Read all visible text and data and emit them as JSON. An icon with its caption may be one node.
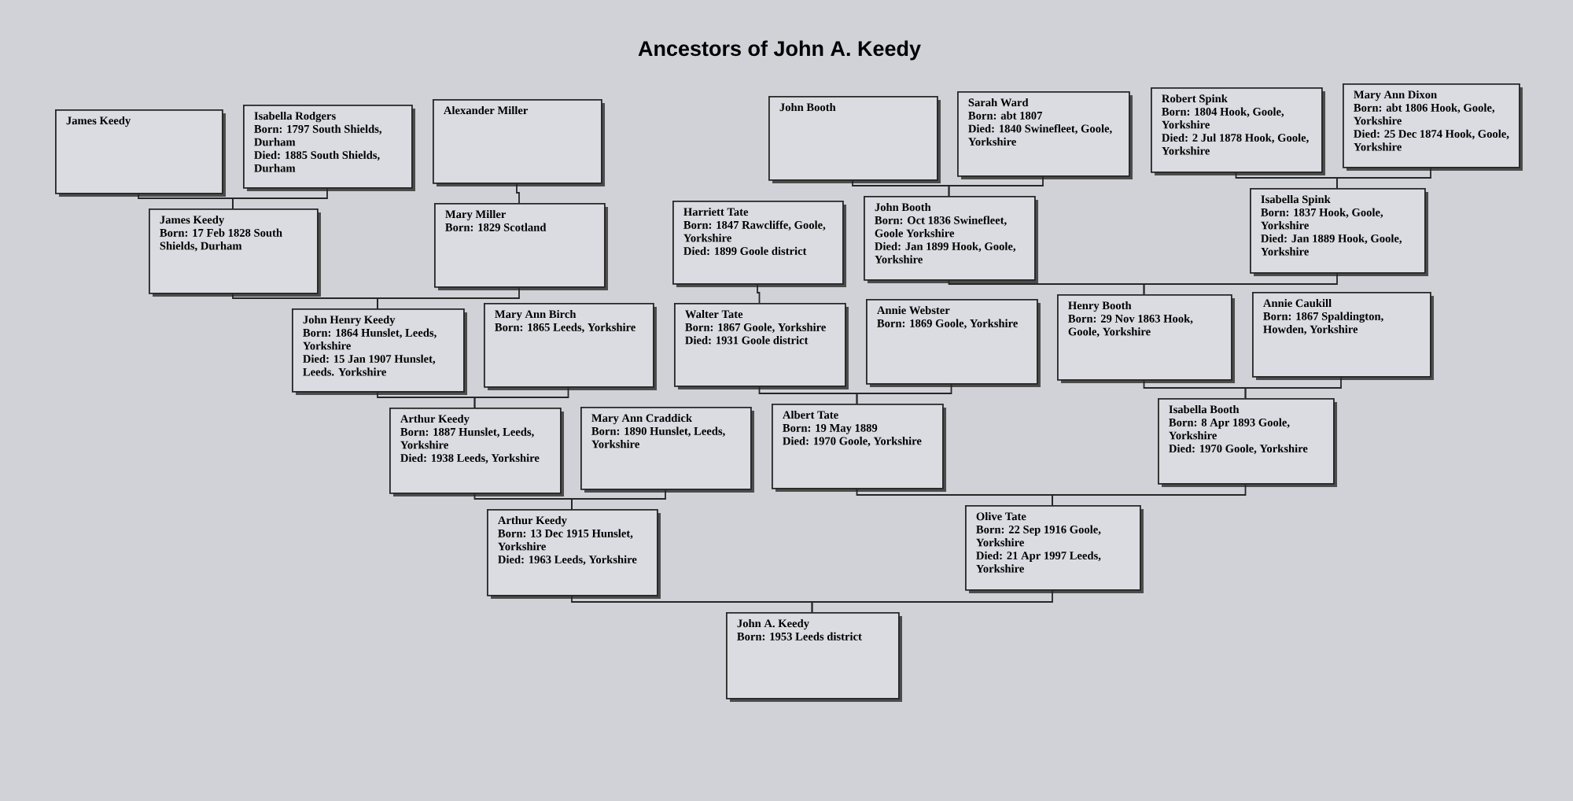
{
  "diagram": {
    "title": "Ancestors of John A. Keedy",
    "nodes": [
      {
        "text": [
          "James Keedy"
        ]
      },
      {
        "text": [
          "Isabella Rodgers",
          "Born: 1797 South Shields, Durham",
          "Died: 1885 South Shields, Durham"
        ]
      },
      {
        "text": [
          "Alexander Miller"
        ]
      },
      {
        "text": [
          "James Keedy",
          "Born: 17 Feb 1828 South Shields, Durham"
        ]
      },
      {
        "text": [
          "Mary Miller",
          "Born: 1829 Scotland"
        ]
      },
      {
        "text": [
          "John Henry Keedy",
          "Born: 1864 Hunslet, Leeds, Yorkshire",
          "Died: 15 Jan 1907 Hunslet, Leeds. Yorkshire"
        ]
      },
      {
        "text": [
          "Mary Ann Birch",
          "Born: 1865 Leeds, Yorkshire"
        ]
      },
      {
        "text": [
          "Arthur Keedy",
          "Born: 1887 Hunslet, Leeds, Yorkshire",
          "Died: 1938 Leeds, Yorkshire"
        ]
      },
      {
        "text": [
          "Mary Ann Craddick",
          "Born: 1890 Hunslet, Leeds, Yorkshire"
        ]
      },
      {
        "text": [
          "Arthur Keedy",
          "Born: 13 Dec 1915 Hunslet, Yorkshire",
          "Died: 1963 Leeds, Yorkshire"
        ]
      },
      {
        "text": [
          "John Booth"
        ]
      },
      {
        "text": [
          "Sarah Ward",
          "Born: abt 1807",
          "Died: 1840 Swinefleet, Goole, Yorkshire"
        ]
      },
      {
        "text": [
          "Robert Spink",
          "Born: 1804 Hook, Goole, Yorkshire",
          "Died: 2 Jul 1878 Hook, Goole, Yorkshire"
        ]
      },
      {
        "text": [
          "Mary Ann Dixon",
          "Born: abt 1806 Hook, Goole, Yorkshire",
          "Died: 25 Dec 1874 Hook, Goole, Yorkshire"
        ]
      },
      {
        "text": [
          "Harriett Tate",
          "Born: 1847 Rawcliffe, Goole, Yorkshire",
          "Died: 1899 Goole district"
        ]
      },
      {
        "text": [
          "John Booth",
          "Born: Oct 1836 Swinefleet, Goole Yorkshire",
          "Died: Jan 1899 Hook, Goole, Yorkshire"
        ]
      },
      {
        "text": [
          "Isabella Spink",
          "Born: 1837 Hook, Goole, Yorkshire",
          "Died: Jan 1889 Hook, Goole, Yorkshire"
        ]
      },
      {
        "text": [
          "Walter Tate",
          "Born: 1867 Goole, Yorkshire",
          "Died: 1931 Goole district"
        ]
      },
      {
        "text": [
          "Annie Webster",
          "Born: 1869 Goole, Yorkshire"
        ]
      },
      {
        "text": [
          "Henry Booth",
          "Born: 29 Nov 1863 Hook, Goole, Yorkshire"
        ]
      },
      {
        "text": [
          "Annie Caukill",
          "Born: 1867 Spaldington, Howden, Yorkshire"
        ]
      },
      {
        "text": [
          "Albert Tate",
          "Born: 19 May 1889",
          "Died: 1970 Goole, Yorkshire"
        ]
      },
      {
        "text": [
          "Isabella Booth",
          "Born: 8 Apr 1893 Goole, Yorkshire",
          "Died: 1970 Goole, Yorkshire"
        ]
      },
      {
        "text": [
          "Olive Tate",
          "Born: 22 Sep 1916 Goole, Yorkshire",
          "Died: 21 Apr 1997 Leeds, Yorkshire"
        ]
      },
      {
        "text": [
          "John A. Keedy",
          "Born: 1953 Leeds district"
        ]
      }
    ],
    "edges": [
      {
        "from": 0,
        "to": 3,
        "arrow": "none"
      },
      {
        "from": 1,
        "to": 3,
        "arrow": "none"
      },
      {
        "from": 2,
        "to": 4,
        "arrow": "none"
      },
      {
        "from": 3,
        "to": 5,
        "arrow": "none"
      },
      {
        "from": 4,
        "to": 5,
        "arrow": "none"
      },
      {
        "from": 5,
        "to": 7,
        "arrow": "none"
      },
      {
        "from": 6,
        "to": 7,
        "arrow": "none"
      },
      {
        "from": 7,
        "to": 9,
        "arrow": "none"
      },
      {
        "from": 8,
        "to": 9,
        "arrow": "none"
      },
      {
        "from": 10,
        "to": 15,
        "arrow": "none"
      },
      {
        "from": 11,
        "to": 15,
        "arrow": "none"
      },
      {
        "from": 12,
        "to": 16,
        "arrow": "none"
      },
      {
        "from": 13,
        "to": 16,
        "arrow": "none"
      },
      {
        "from": 14,
        "to": 17,
        "arrow": "none"
      },
      {
        "from": 15,
        "to": 19,
        "arrow": "none"
      },
      {
        "from": 16,
        "to": 19,
        "arrow": "none"
      },
      {
        "from": 17,
        "to": 21,
        "arrow": "none"
      },
      {
        "from": 18,
        "to": 21,
        "arrow": "none"
      },
      {
        "from": 19,
        "to": 22,
        "arrow": "none"
      },
      {
        "from": 20,
        "to": 22,
        "arrow": "none"
      },
      {
        "from": 21,
        "to": 23,
        "arrow": "none"
      },
      {
        "from": 22,
        "to": 23,
        "arrow": "none"
      },
      {
        "from": 9,
        "to": 24,
        "arrow": "none"
      },
      {
        "from": 23,
        "to": 24,
        "arrow": "none"
      }
    ]
  }
}
